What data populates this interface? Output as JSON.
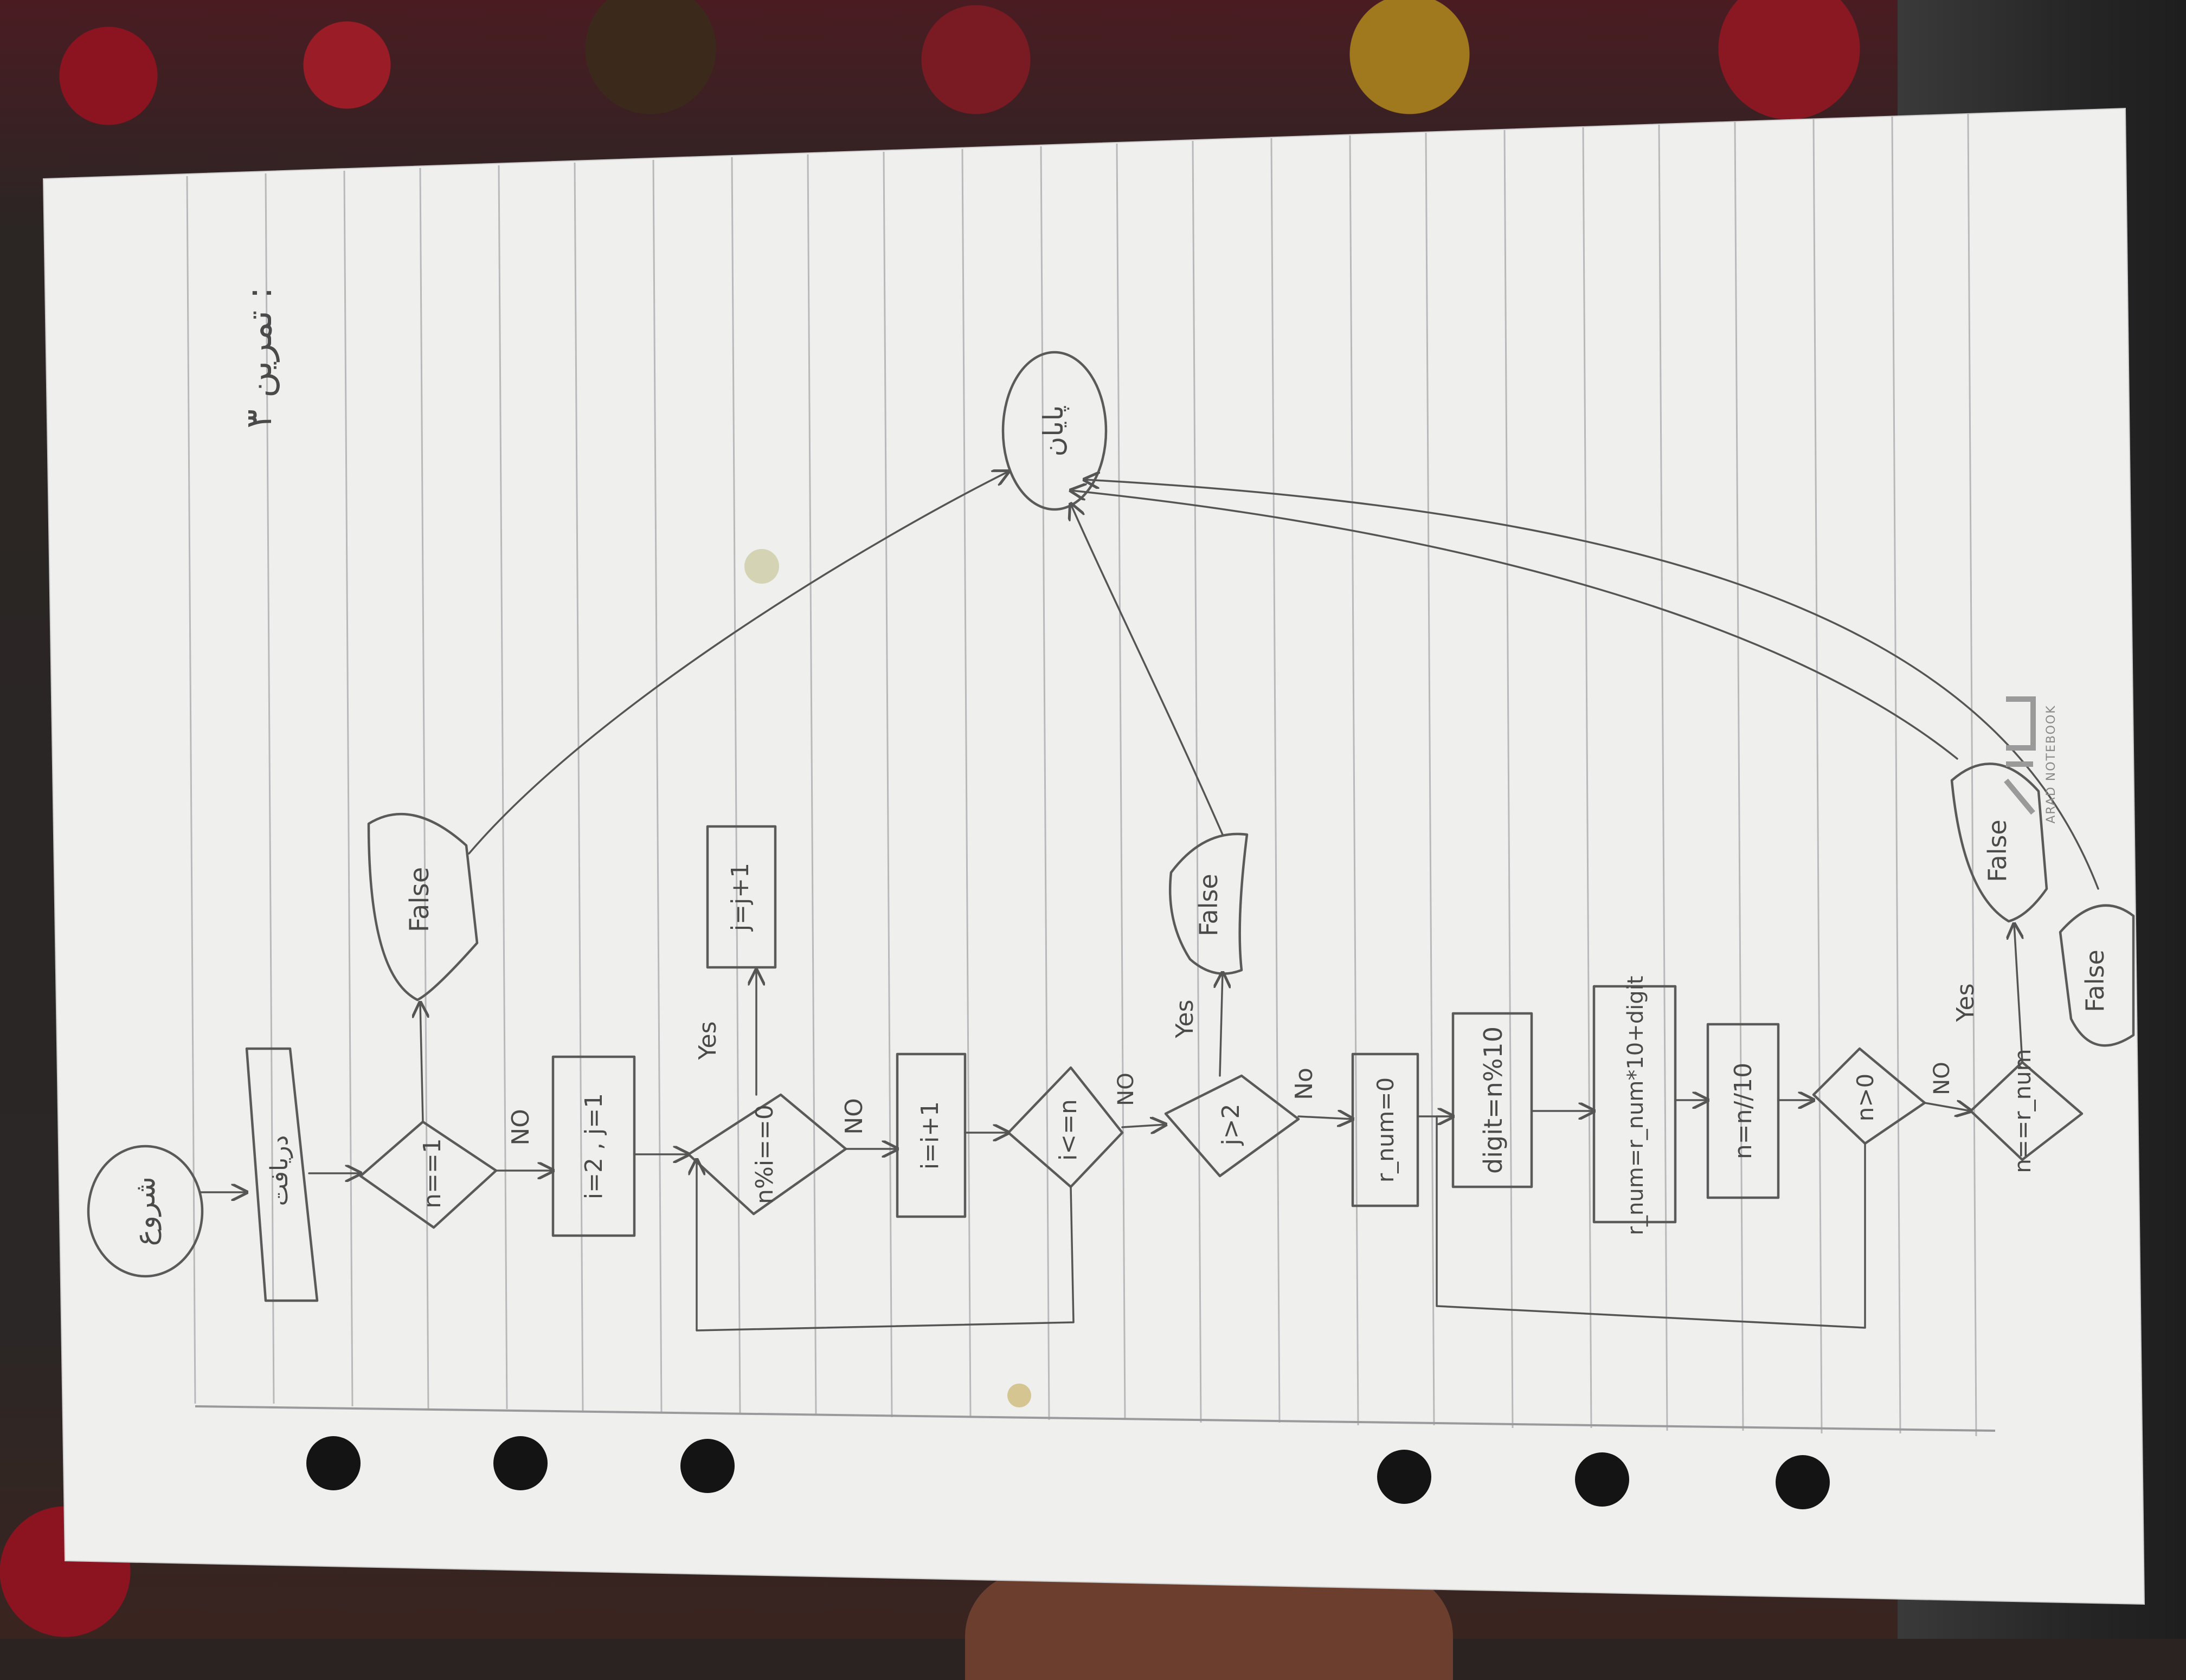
{
  "page": {
    "title": "تمرین ۳ :",
    "brand": "ARAD NOTEBOOK"
  },
  "flowchart": {
    "start": "شروع",
    "input": "دریافت",
    "dec_n1": "n==1",
    "false_1": "False",
    "init_ij": "i=2 , j=1",
    "dec_mod": "n%i==0",
    "inc_j": "j=j+1",
    "inc_i": "i=i+1",
    "dec_i": "i<=n",
    "dec_j": "j>2",
    "false_2": "False",
    "r_num": "r_num=0",
    "digit": "digit=n%10",
    "r_num_update": "r_num=r_num*10+digit",
    "n_div": "n=n//10",
    "dec_n0": "n>0",
    "dec_rnum": "n==r_num",
    "false_3": "False",
    "false_4": "False",
    "end": "پایان",
    "label_no": "NO",
    "label_yes": "Yes",
    "label_no2": "No"
  }
}
